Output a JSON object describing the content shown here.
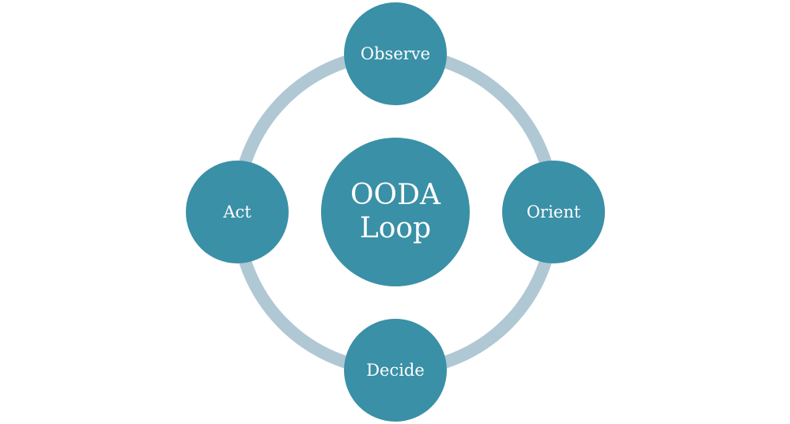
{
  "diagram": {
    "center": {
      "line1": "OODA",
      "line2": "Loop"
    },
    "nodes": {
      "observe": "Observe",
      "orient": "Orient",
      "decide": "Decide",
      "act": "Act"
    }
  },
  "colors": {
    "node_fill": "#3a90a6",
    "ring_stroke": "#b0c8d4",
    "text": "#ffffff",
    "background": "#ffffff"
  }
}
